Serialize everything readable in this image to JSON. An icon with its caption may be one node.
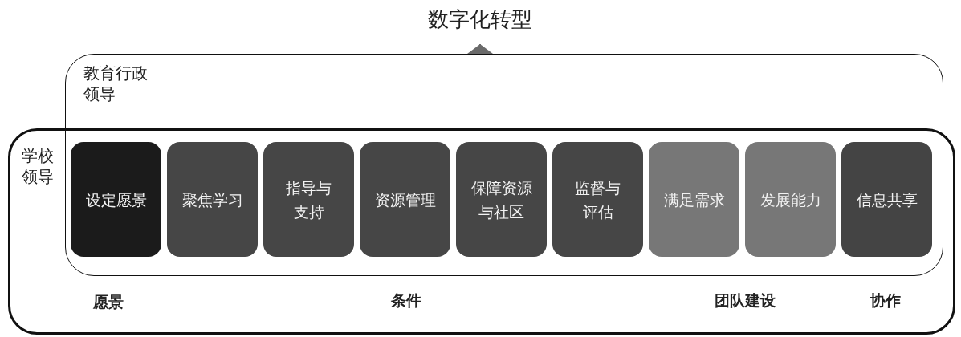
{
  "diagram": {
    "nodes": [
      {
        "text": [
          "数字化转型"
        ]
      },
      {
        "text": [
          "教育行政领导"
        ]
      },
      {
        "text": [
          "学校领导"
        ]
      },
      {
        "text": [
          "设定愿景"
        ]
      },
      {
        "text": [
          "聚焦学习"
        ]
      },
      {
        "text": [
          "指导与支持"
        ]
      },
      {
        "text": [
          "资源管理"
        ]
      },
      {
        "text": [
          "保障资源与社区"
        ]
      },
      {
        "text": [
          "监督与评估"
        ]
      },
      {
        "text": [
          "满足需求"
        ]
      },
      {
        "text": [
          "发展能力"
        ]
      },
      {
        "text": [
          "信息共享"
        ]
      }
    ],
    "edges": [
      {
        "from": 1,
        "to": 0,
        "arrow": "to"
      }
    ],
    "labels": [
      "愿景",
      "条件",
      "团队建设",
      "协作"
    ]
  }
}
